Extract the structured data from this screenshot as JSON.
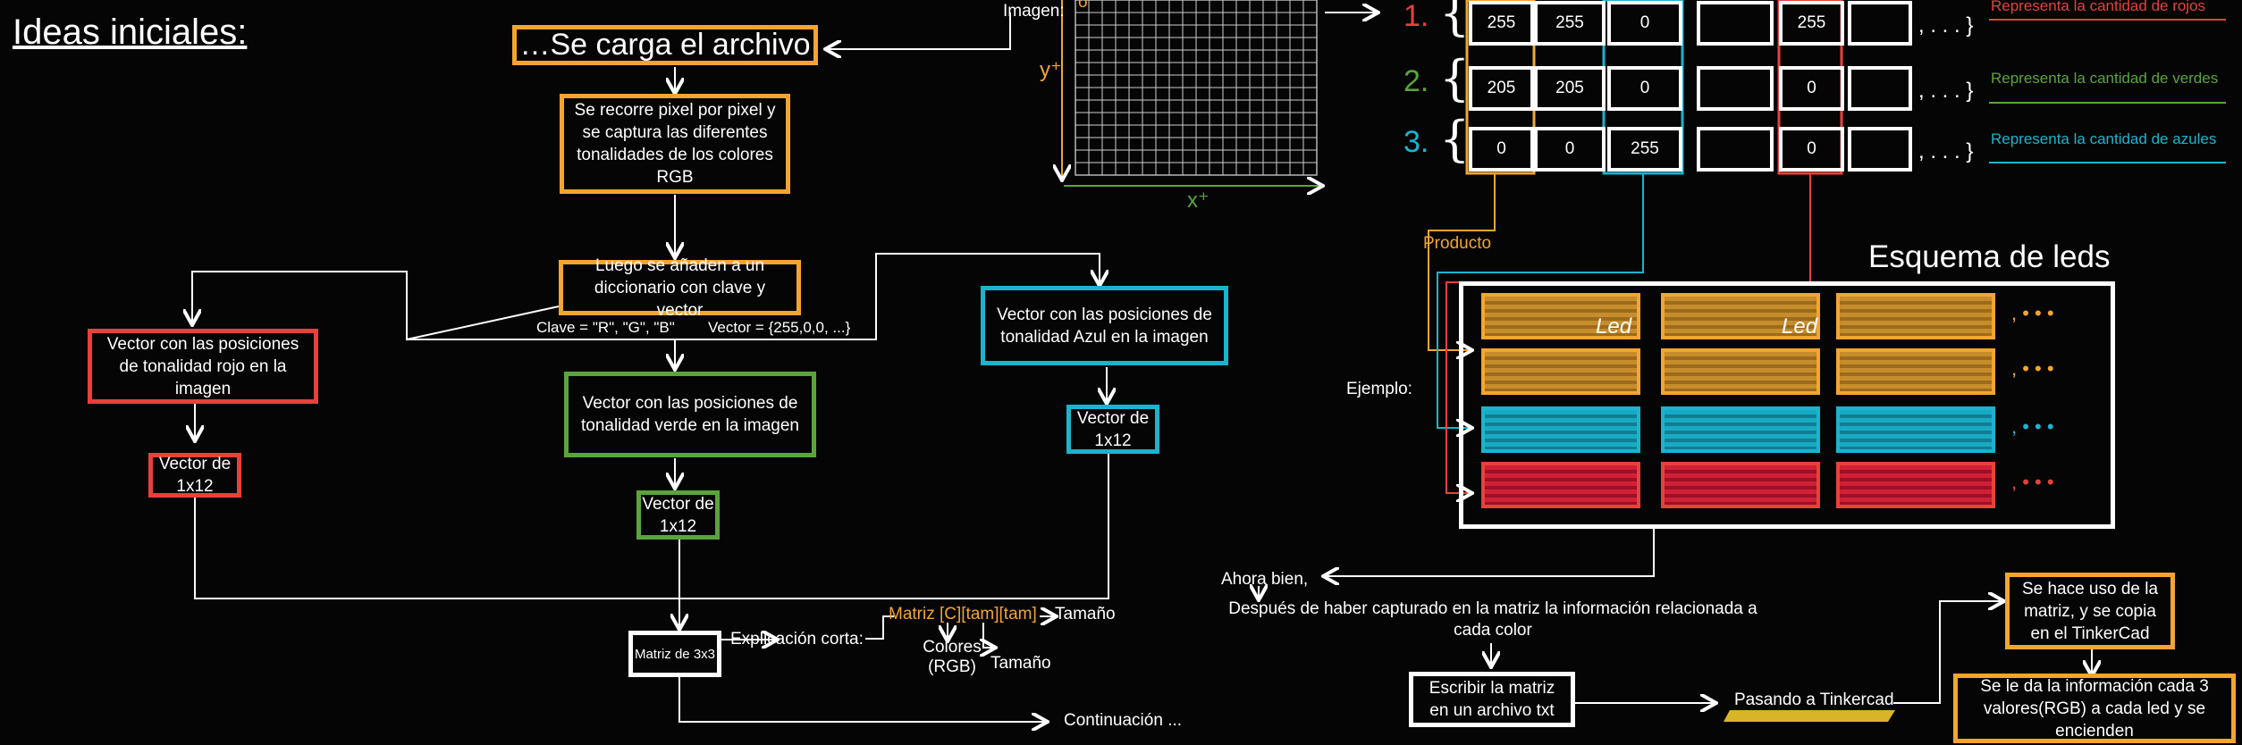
{
  "title": "Ideas iniciales:",
  "load_file": "…Se carga el archivo",
  "scan_pixels": "Se recorre pixel por pixel y se captura las diferentes tonalidades de los colores RGB",
  "dictionary": "Luego se añaden a un diccionario con clave y vector",
  "key_label": "Clave = \"R\", \"G\", \"B\"",
  "vector_label": "Vector = {255,0,0, ...}",
  "red_positions": "Vector con las posiciones de tonalidad rojo en la imagen",
  "green_positions": "Vector con las posiciones de tonalidad verde en la imagen",
  "blue_positions": "Vector con las posiciones de tonalidad Azul en la imagen",
  "vec_red": "Vector de 1x12",
  "vec_green": "Vector de 1x12",
  "vec_blue": "Vector de 1x12",
  "matrix": "Matriz de 3x3",
  "short_expl": "Explicación corta:",
  "matrix_expr": "Matriz [C][tam][tam]",
  "size1": "Tamaño",
  "colors_rgb": "Colores (RGB)",
  "size2": "Tamaño",
  "continuation": "Continuación ...",
  "image_label": "Imagen:",
  "axis_o": "o",
  "axis_y": "y⁺",
  "axis_x": "x⁺",
  "row_nums": [
    "1.",
    "2.",
    "3."
  ],
  "rows": [
    [
      "255",
      "255",
      "0",
      "",
      "255"
    ],
    [
      "205",
      "205",
      "0",
      "",
      "0"
    ],
    [
      "0",
      "0",
      "255",
      "",
      "0"
    ]
  ],
  "row_tail": [
    ", . . . }",
    ", . . . }",
    ", . . . }"
  ],
  "row_desc": [
    "Representa la cantidad de rojos",
    "Representa la cantidad de verdes",
    "Representa la cantidad de azules"
  ],
  "producto": "Producto",
  "esquema": "Esquema de leds",
  "ejemplo": "Ejemplo:",
  "led_tag": "Led",
  "ahora": "Ahora bien,",
  "despues": "Después de haber capturado en la matriz la información relacionada a cada color",
  "escribir": "Escribir la matriz en un archivo txt",
  "pasando": "Pasando a Tinkercad",
  "hace_uso": "Se hace uso de la matriz, y se copia en el TinkerCad",
  "se_le_da": "Se le da la información cada 3 valores(RGB) a cada led y se encienden",
  "colors": {
    "orange": "#f4a52f",
    "red": "#e8413a",
    "green": "#5aa53b",
    "cyan": "#1ab4cf",
    "bg": "#050505"
  }
}
